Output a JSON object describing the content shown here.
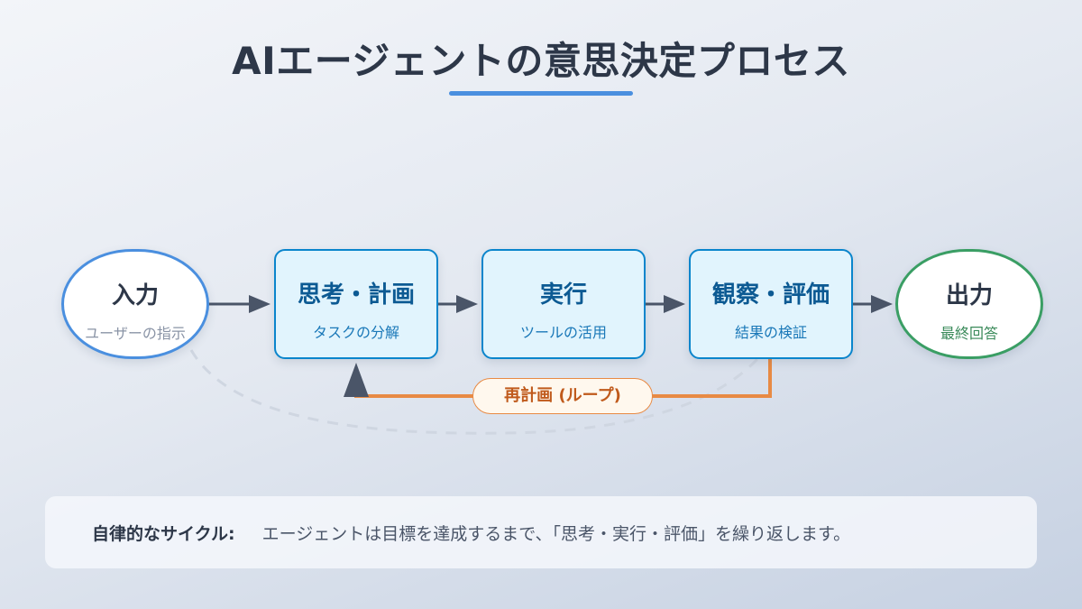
{
  "title": "AIエージェントの意思決定プロセス",
  "colors": {
    "title_accent": "#4a8fdf",
    "input_border": "#4a8fdf",
    "output_border": "#3a9e64",
    "step_border": "#0a85cc",
    "step_fill": "#e1f4fd",
    "loop_line": "#e88a44",
    "arrow": "#4a5568"
  },
  "nodes": {
    "input": {
      "title": "入力",
      "subtitle": "ユーザーの指示"
    },
    "plan": {
      "title": "思考・計画",
      "subtitle": "タスクの分解"
    },
    "execute": {
      "title": "実行",
      "subtitle": "ツールの活用"
    },
    "evaluate": {
      "title": "観察・評価",
      "subtitle": "結果の検証"
    },
    "output": {
      "title": "出力",
      "subtitle": "最終回答"
    }
  },
  "loop": {
    "label": "再計画 (ループ)"
  },
  "footer": {
    "label": "自律的なサイクル:",
    "text": "エージェントは目標を達成するまで、「思考・実行・評価」を繰り返します。"
  }
}
